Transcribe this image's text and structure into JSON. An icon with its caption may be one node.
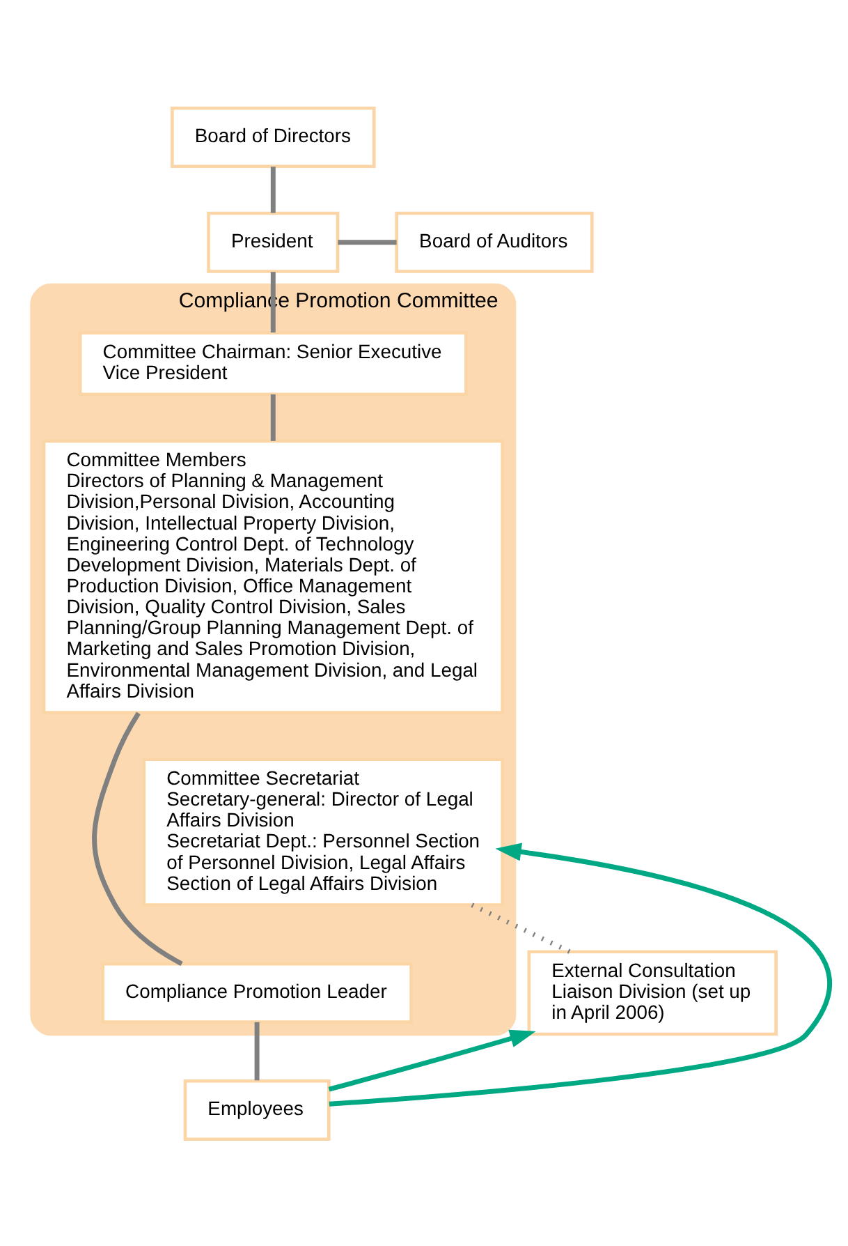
{
  "diagram": {
    "nodes": [
      {
        "text": [
          "Board of Directors"
        ]
      },
      {
        "text": [
          "President"
        ]
      },
      {
        "text": [
          "Board of Auditors"
        ]
      },
      {
        "text": [
          "Compliance Promotion Committee"
        ]
      },
      {
        "text": [
          "Committee Chairman: Senior Executive Vice President"
        ],
        "in": 3
      },
      {
        "text": [
          "Committee Members",
          "Directors of Planning & Management Division,Personal Division, Accounting Division, Intellectual Property Division, Engineering Control Dept. of Technology Development Division, Materials Dept. of Production Division, Office Management Division, Quality Control Division, Sales Planning/Group Planning Management Dept. of Marketing and Sales Promotion Division, Environmental Management Division, and Legal Affairs Division"
        ],
        "in": 3
      },
      {
        "text": [
          "Committee Secretariat",
          "Secretary-general: Director of Legal Affairs Division",
          "Secretariat Dept.: Personnel Section of Personnel Division, Legal Affairs Section of Legal Affairs Division"
        ],
        "in": 3
      },
      {
        "text": [
          "Compliance Promotion Leader"
        ],
        "in": 3
      },
      {
        "text": [
          "External Consultation Liaison Division (set up in April 2006)"
        ]
      },
      {
        "text": [
          "Employees"
        ]
      }
    ],
    "edges": [
      {
        "from": 0,
        "to": 1,
        "arrow": "none"
      },
      {
        "from": 1,
        "to": 2,
        "arrow": "none"
      },
      {
        "from": 1,
        "to": 4,
        "arrow": "none"
      },
      {
        "from": 4,
        "to": 5,
        "arrow": "none"
      },
      {
        "from": 5,
        "to": 7,
        "arrow": "none"
      },
      {
        "from": 7,
        "to": 9,
        "arrow": "none"
      },
      {
        "from": 6,
        "to": 8,
        "arrow": "none",
        "style": "dashed"
      },
      {
        "from": 9,
        "to": 6,
        "arrow": "to",
        "color": "#00a884"
      },
      {
        "from": 9,
        "to": 8,
        "arrow": "to",
        "color": "#00a884"
      }
    ]
  }
}
